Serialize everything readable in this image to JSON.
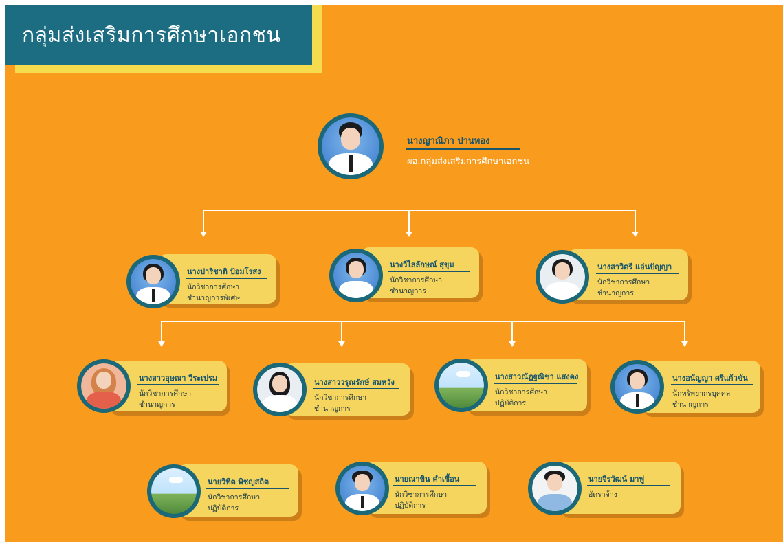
{
  "header": {
    "title": "กลุ่มส่งเสริมการศึกษาเอกชน"
  },
  "colors": {
    "background": "#f99b1c",
    "title_box": "#1c6d82",
    "title_accent": "#f5db4e",
    "card": "#f6d55e",
    "name_text": "#19566b",
    "avatar_ring": "#1a6878"
  },
  "director": {
    "name": "นางญาณิภา ปานทอง",
    "role1": "ผอ.กลุ่มส่งเสริมการศึกษาเอกชน"
  },
  "row1": [
    {
      "name": "นางปาริชาติ ป้อมโรสง",
      "role1": "นักวิชาการศึกษา",
      "role2": "ชำนาญการพิเศษ"
    },
    {
      "name": "นางวิไลลักษณ์ สุขุม",
      "role1": "นักวิชาการศึกษา",
      "role2": "ชำนาญการ"
    },
    {
      "name": "นางสาวิตรี แอ่นปัญญา",
      "role1": "นักวิชาการศึกษา",
      "role2": "ชำนาญการ"
    }
  ],
  "row2": [
    {
      "name": "นางสาวอุษณา วีระเปรม",
      "role1": "นักวิชาการศึกษา",
      "role2": "ชำนาญการ"
    },
    {
      "name": "นางสาววรุณรักษ์ สมหวัง",
      "role1": "นักวิชาการศึกษา",
      "role2": "ชำนาญการ"
    },
    {
      "name": "นางสาวณัฎฐณิชา แสงคง",
      "role1": "นักวิชาการศึกษา",
      "role2": "ปฏิบัติการ"
    },
    {
      "name": "นางอนัญญา ศรีแก้วขัน",
      "role1": "นักทรัพยากรบุคคล",
      "role2": "ชำนาญการ"
    }
  ],
  "row3": [
    {
      "name": "นายวิทิต พิชญสถิต",
      "role1": "นักวิชาการศึกษา",
      "role2": "ปฏิบัติการ"
    },
    {
      "name": "นายณาขิน คำเชื้อน",
      "role1": "นักวิชาการศึกษา",
      "role2": "ปฏิบัติการ"
    },
    {
      "name": "นายจีรวัฒน์ มาฟู",
      "role1": "อัตราจ้าง"
    }
  ]
}
